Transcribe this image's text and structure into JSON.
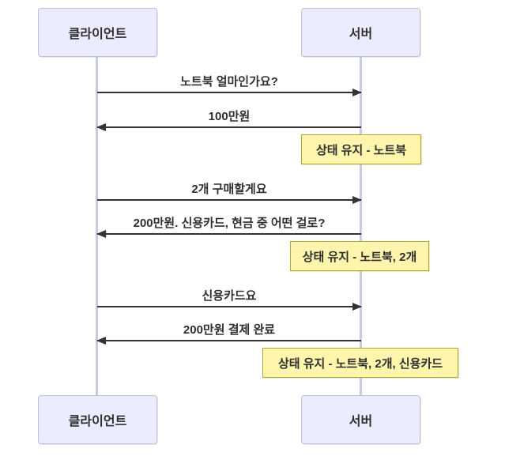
{
  "diagram": {
    "type": "sequence-diagram",
    "actors": {
      "client": "클라이언트",
      "server": "서버"
    },
    "messages": [
      {
        "text": "노트북 얼마인가요?",
        "from": "client",
        "to": "server",
        "direction": "right",
        "line": "solid"
      },
      {
        "text": "100만원",
        "from": "server",
        "to": "client",
        "direction": "left",
        "line": "solid"
      },
      {
        "text": "2개 구매할게요",
        "from": "client",
        "to": "server",
        "direction": "right",
        "line": "solid"
      },
      {
        "text": "200만원. 신용카드, 현금 중 어떤 걸로?",
        "from": "server",
        "to": "client",
        "direction": "left",
        "line": "solid"
      },
      {
        "text": "신용카드요",
        "from": "client",
        "to": "server",
        "direction": "right",
        "line": "solid"
      },
      {
        "text": "200만원 결제 완료",
        "from": "server",
        "to": "client",
        "direction": "left",
        "line": "solid"
      }
    ],
    "notes": [
      {
        "text": "상태 유지 - 노트북",
        "over": "server"
      },
      {
        "text": "상태 유지 - 노트북, 2개",
        "over": "server"
      },
      {
        "text": "상태 유지 - 노트북, 2개, 신용카드",
        "over": "server"
      }
    ],
    "colors": {
      "actor_fill": "#ECECFF",
      "actor_border": "#BFBFD9",
      "lifeline": "#C9C9E2",
      "arrow": "#333333",
      "note_fill": "#FFF5AD",
      "note_border": "#AAAA33",
      "text": "#2F2F2F",
      "background": "#FFFFFF"
    }
  }
}
